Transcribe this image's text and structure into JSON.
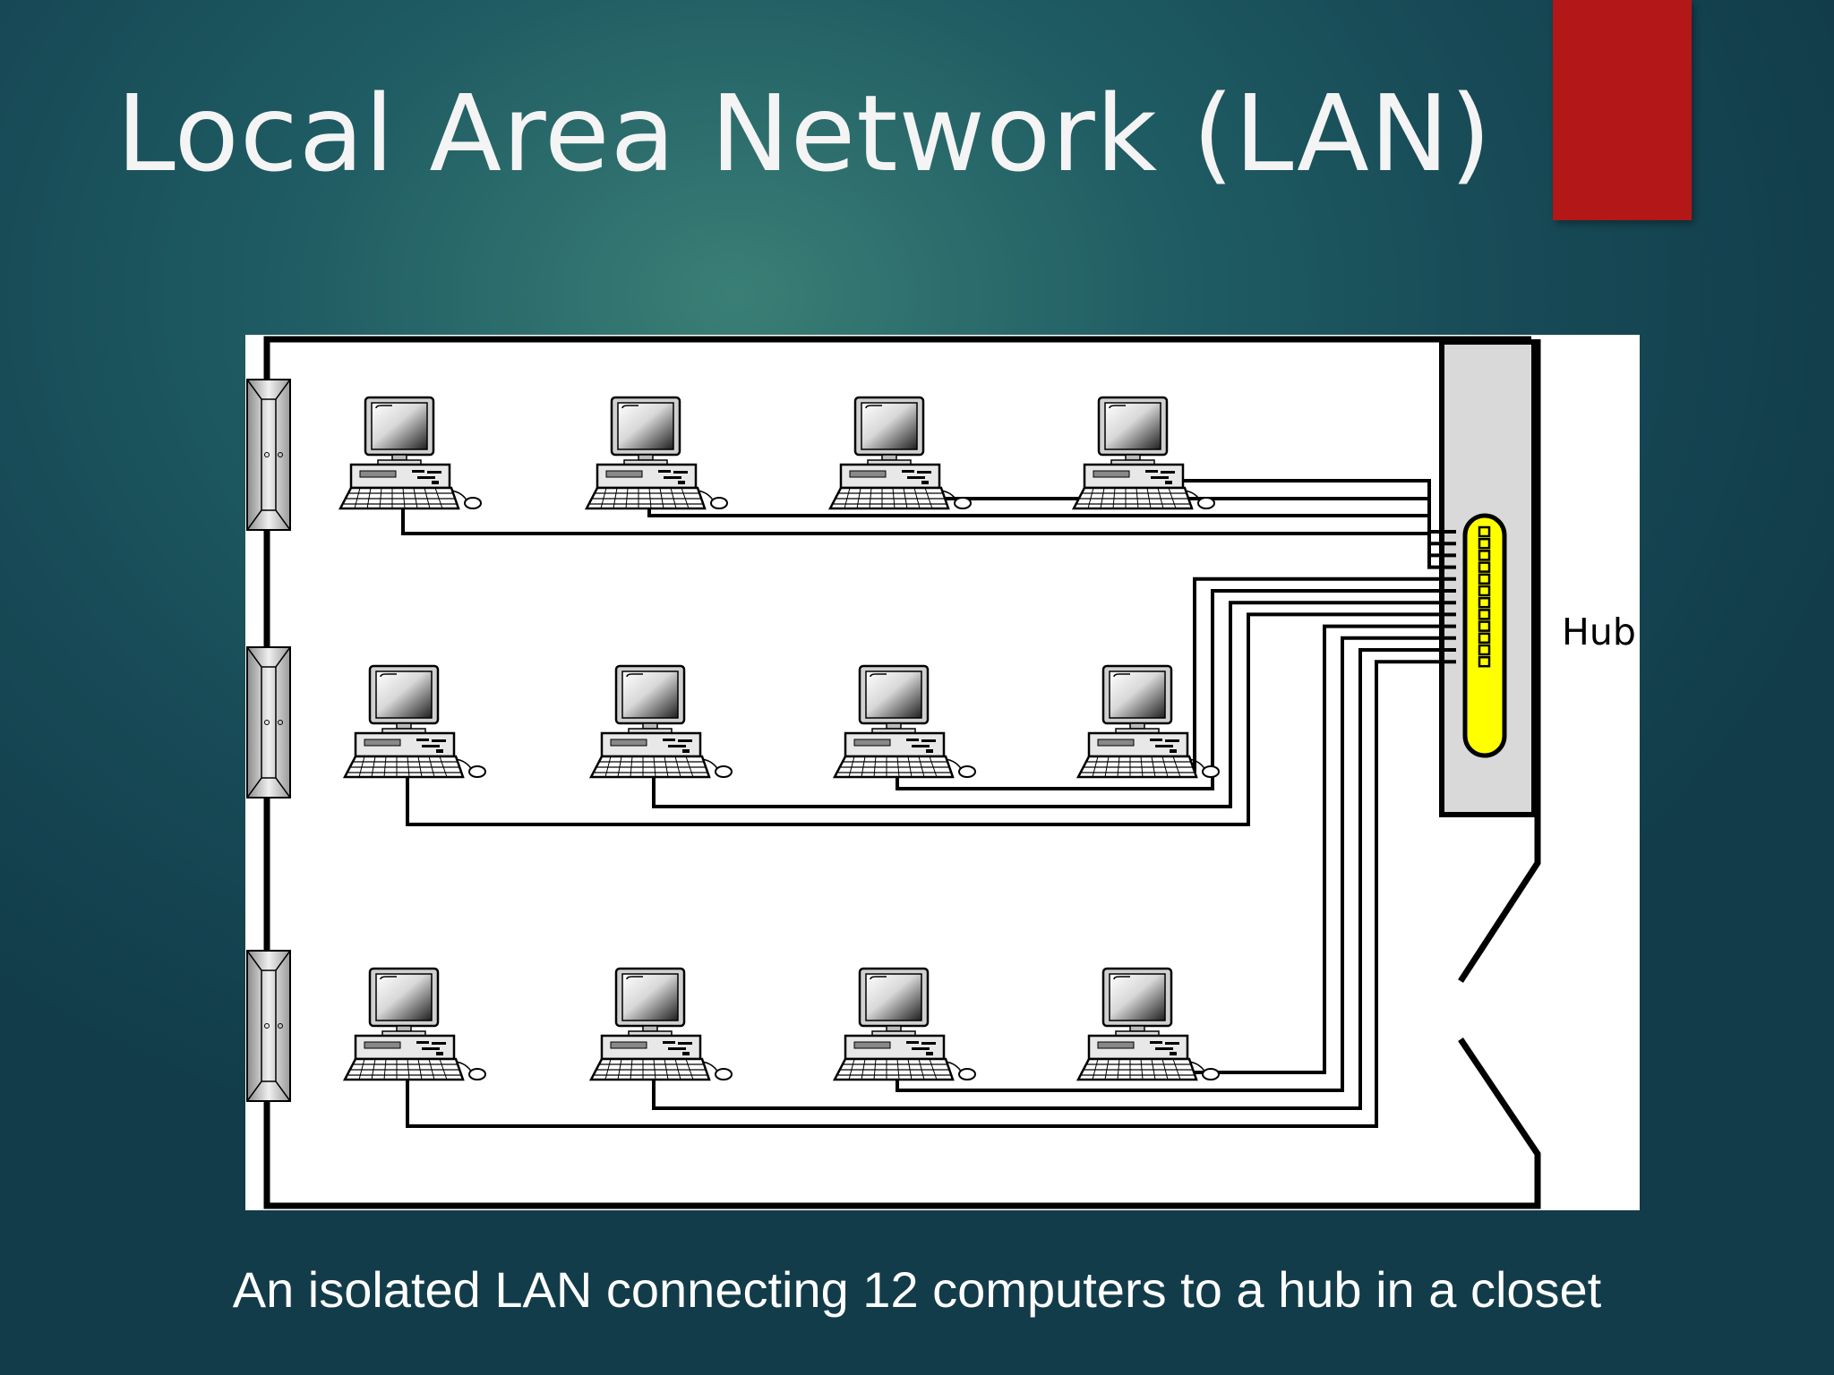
{
  "slide": {
    "title": "Local Area Network (LAN)",
    "caption": "An isolated LAN connecting 12 computers to a hub in a closet"
  },
  "diagram": {
    "hub_label": "Hub",
    "computer_rows": 3,
    "computers_per_row": 4,
    "doors": 3,
    "hub_ports": 12,
    "colors": {
      "accent_bar": "#b31717",
      "hub_fill": "#ffff00",
      "closet_fill": "#d9d9d9",
      "lines": "#000000"
    }
  }
}
